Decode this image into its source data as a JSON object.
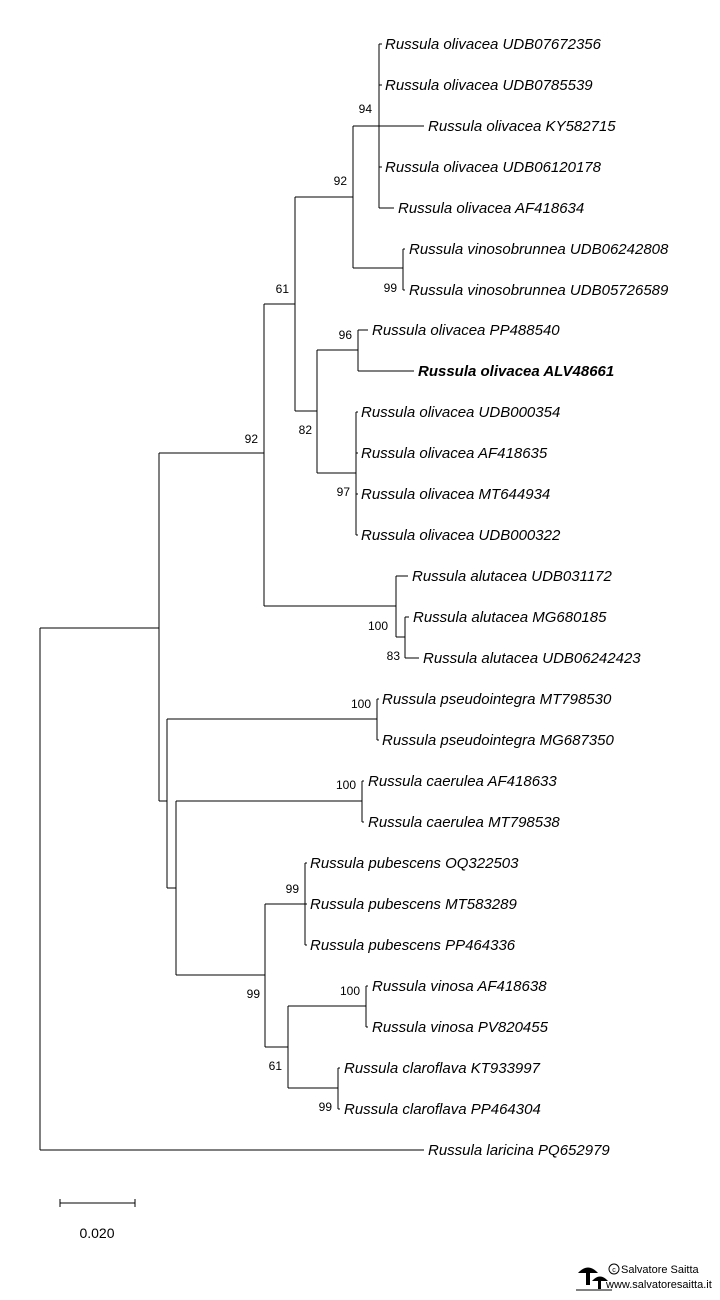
{
  "taxa": [
    {
      "label": "Russula olivacea UDB07672356",
      "bold": false
    },
    {
      "label": "Russula olivacea UDB0785539",
      "bold": false
    },
    {
      "label": "Russula olivacea KY582715",
      "bold": false
    },
    {
      "label": "Russula olivacea UDB06120178",
      "bold": false
    },
    {
      "label": "Russula olivacea AF418634",
      "bold": false
    },
    {
      "label": "Russula vinosobrunnea UDB06242808",
      "bold": false
    },
    {
      "label": "Russula vinosobrunnea UDB05726589",
      "bold": false
    },
    {
      "label": "Russula olivacea PP488540",
      "bold": false
    },
    {
      "label": "Russula olivacea ALV48661",
      "bold": true
    },
    {
      "label": "Russula olivacea UDB000354",
      "bold": false
    },
    {
      "label": "Russula olivacea AF418635",
      "bold": false
    },
    {
      "label": "Russula olivacea MT644934",
      "bold": false
    },
    {
      "label": "Russula olivacea UDB000322",
      "bold": false
    },
    {
      "label": "Russula alutacea UDB031172",
      "bold": false
    },
    {
      "label": "Russula alutacea MG680185",
      "bold": false
    },
    {
      "label": "Russula alutacea UDB06242423",
      "bold": false
    },
    {
      "label": "Russula pseudointegra MT798530",
      "bold": false
    },
    {
      "label": "Russula pseudointegra MG687350",
      "bold": false
    },
    {
      "label": "Russula caerulea AF418633",
      "bold": false
    },
    {
      "label": "Russula caerulea MT798538",
      "bold": false
    },
    {
      "label": "Russula pubescens OQ322503",
      "bold": false
    },
    {
      "label": "Russula pubescens MT583289",
      "bold": false
    },
    {
      "label": "Russula pubescens PP464336",
      "bold": false
    },
    {
      "label": "Russula vinosa AF418638",
      "bold": false
    },
    {
      "label": "Russula vinosa PV820455",
      "bold": false
    },
    {
      "label": "Russula claroflava KT933997",
      "bold": false
    },
    {
      "label": "Russula claroflava PP464304",
      "bold": false
    },
    {
      "label": "Russula laricina PQ652979",
      "bold": false
    }
  ],
  "support_values": [
    "94",
    "92",
    "99",
    "61",
    "96",
    "82",
    "97",
    "92",
    "100",
    "83",
    "100",
    "100",
    "99",
    "99",
    "100",
    "61",
    "99"
  ],
  "scale_bar": {
    "label": "0.020"
  },
  "watermark": {
    "name": "Salvatore Saitta",
    "site": "www.salvatoresaitta.it"
  }
}
